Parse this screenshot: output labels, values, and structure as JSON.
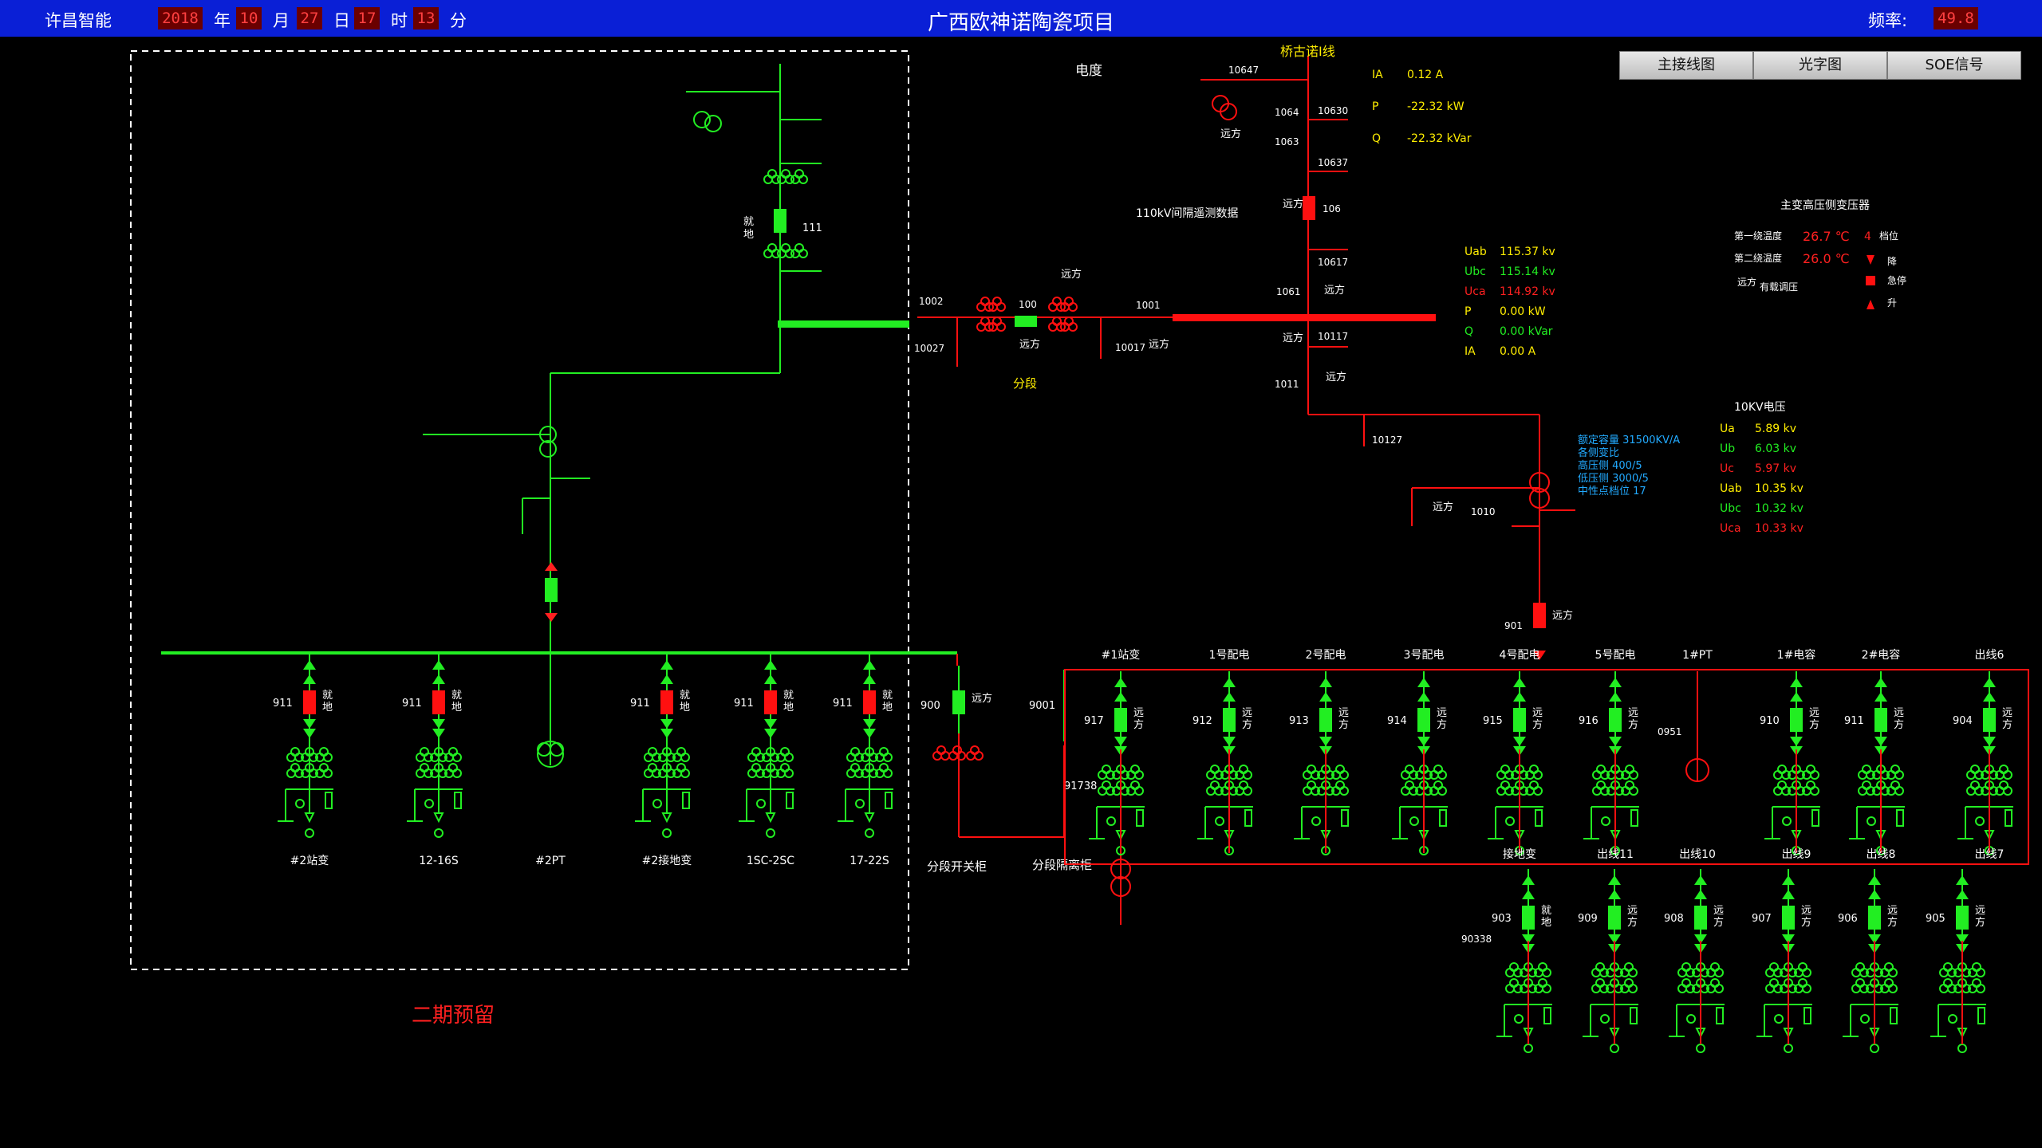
{
  "header": {
    "company": "许昌智能",
    "year": "2018",
    "year_unit": "年",
    "month": "10",
    "month_unit": "月",
    "day": "27",
    "day_unit": "日",
    "hour": "17",
    "hour_unit": "时",
    "minute": "13",
    "minute_unit": "分",
    "title": "广西欧神诺陶瓷项目",
    "freq_label": "频率:",
    "freq_value": "49.8"
  },
  "nav": {
    "main": "主接线图",
    "light": "光字图",
    "soe": "SOE信号"
  },
  "colors": {
    "topbar": "#0a1fd6",
    "live": "#ff1010",
    "dead": "#22ee22",
    "yellow": "#ffee00",
    "cyan": "#22aaff"
  },
  "labels": {
    "dudu": "电度",
    "line_in": "桥古诺I线",
    "bay_title": "110kV间隔遥测数据",
    "phase2": "二期预留",
    "fenduan": "分段",
    "seg_switch_cab": "分段开关柜",
    "seg_iso_cab": "分段隔离柜",
    "remote": "远方",
    "local": "就地",
    "kv10_title": "10KV电压",
    "tx_title": "主变高压侧变压器"
  },
  "line_meas": [
    {
      "name": "IA",
      "value": "0.12 A"
    },
    {
      "name": "P",
      "value": "-22.32 kW"
    },
    {
      "name": "Q",
      "value": "-22.32 kVar"
    }
  ],
  "bay_meas": [
    {
      "name": "Uab",
      "value": "115.37 kv",
      "color": "#ffee00"
    },
    {
      "name": "Ubc",
      "value": "115.14 kv",
      "color": "#22ee22"
    },
    {
      "name": "Uca",
      "value": "114.92 kv",
      "color": "#ff2020"
    },
    {
      "name": "P",
      "value": "0.00 kW",
      "color": "#ffee00"
    },
    {
      "name": "Q",
      "value": "0.00 kVar",
      "color": "#22ee22"
    },
    {
      "name": "IA",
      "value": "0.00 A",
      "color": "#ffee00"
    }
  ],
  "kv10_meas": [
    {
      "name": "Ua",
      "value": "5.89 kv",
      "color": "#ffee00"
    },
    {
      "name": "Ub",
      "value": "6.03 kv",
      "color": "#22ee22"
    },
    {
      "name": "Uc",
      "value": "5.97 kv",
      "color": "#ff2020"
    },
    {
      "name": "Uab",
      "value": "10.35 kv",
      "color": "#ffee00"
    },
    {
      "name": "Ubc",
      "value": "10.32 kv",
      "color": "#22ee22"
    },
    {
      "name": "Uca",
      "value": "10.33 kv",
      "color": "#ff2020"
    }
  ],
  "tx_info": [
    "额定容量 31500KV/A",
    "各侧变比",
    "高压侧 400/5",
    "低压侧 3000/5",
    "中性点档位 17"
  ],
  "tx_panel": {
    "temp1_label": "第一绕温度",
    "temp1": "26.7 ℃",
    "temp2_label": "第二绕温度",
    "temp2": "26.0 ℃",
    "tap": "档位",
    "down": "降",
    "stop": "急停",
    "up": "升",
    "oltc": "有载调压",
    "remote": "远方",
    "tap_value": "4"
  },
  "hv_labels": {
    "b10647": "10647",
    "b1064": "1064",
    "b10630": "10630",
    "b1063": "1063",
    "b10637": "10637",
    "b106": "106",
    "b10617": "10617",
    "b1061": "1061",
    "b1001": "1001",
    "b10017": "10017",
    "b100": "100",
    "b1002": "1002",
    "b10027": "10027",
    "b10117": "10117",
    "b1011": "1011",
    "b10127": "10127",
    "b1010": "1010",
    "b901": "901",
    "b111": "111"
  },
  "left_feeders": [
    {
      "num": "911",
      "name": "#2站变"
    },
    {
      "num": "911",
      "name": "12-16S"
    },
    {
      "num": "",
      "name": "#2PT"
    },
    {
      "num": "911",
      "name": "#2接地变"
    },
    {
      "num": "911",
      "name": "1SC-2SC"
    },
    {
      "num": "911",
      "name": "17-22S"
    }
  ],
  "mid_cabinets": {
    "b900": "900",
    "b9001": "9001",
    "b91738": "91738"
  },
  "right_feeders_top": [
    {
      "num": "917",
      "label": "#1站变"
    },
    {
      "num": "912",
      "label": "1号配电"
    },
    {
      "num": "913",
      "label": "2号配电"
    },
    {
      "num": "914",
      "label": "3号配电"
    },
    {
      "num": "915",
      "label": "4号配电",
      "bottom": "接地变"
    },
    {
      "num": "916",
      "label": "5号配电",
      "bottom": "出线11"
    },
    {
      "num": "0951",
      "label": "1#PT",
      "bottom": "出线10"
    },
    {
      "num": "910",
      "label": "1#电容",
      "bottom": "出线9"
    },
    {
      "num": "911",
      "label": "2#电容",
      "bottom": "出线8"
    },
    {
      "num": "904",
      "label": "出线6",
      "bottom": "出线7"
    }
  ],
  "right_feeders_bottom": [
    {
      "num": "903",
      "mode": "就地",
      "extra": "90338"
    },
    {
      "num": "909",
      "mode": "远方"
    },
    {
      "num": "908",
      "mode": "远方"
    },
    {
      "num": "907",
      "mode": "远方"
    },
    {
      "num": "906",
      "mode": "远方"
    },
    {
      "num": "905",
      "mode": "远方"
    }
  ]
}
